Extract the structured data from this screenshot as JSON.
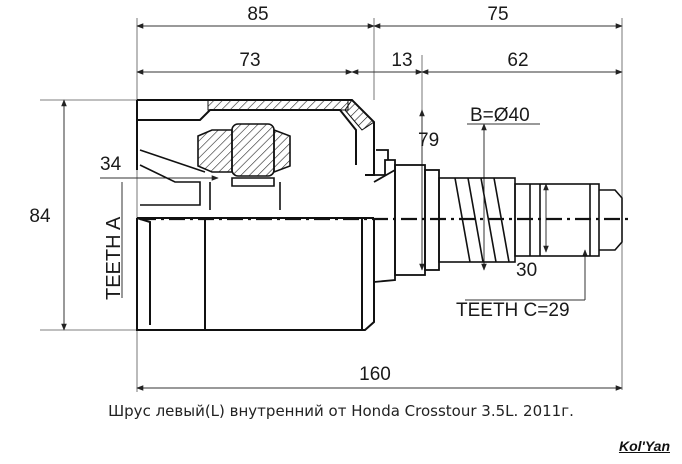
{
  "dimensions": {
    "top_left": "85",
    "top_right": "75",
    "second_left": "73",
    "second_mid": "13",
    "second_right": "62",
    "diameter": "B=Ø40",
    "d79": "79",
    "d34": "34",
    "d84": "84",
    "d30": "30",
    "bottom": "160"
  },
  "labels": {
    "teeth_a": "TEETH A",
    "teeth_c": "TEETH C=29"
  },
  "caption": "Шрус левый(L) внутренний от Honda Crosstour 3.5L. 2011г.",
  "author": "Kol'Yan"
}
